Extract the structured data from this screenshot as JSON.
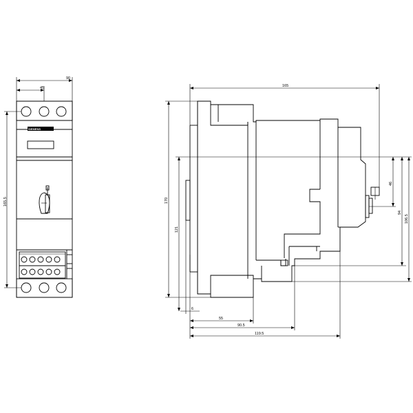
{
  "front_view": {
    "brand_label": "SIEMENS",
    "dimensions": {
      "width_total": "90",
      "width_half": "45",
      "height": "165.5"
    }
  },
  "side_view": {
    "dimensions": {
      "depth_total": "165",
      "height_total": "170",
      "height_rail": "121",
      "offset_small": "6",
      "depth_55": "55",
      "depth_90_5": "90.5",
      "depth_119_5": "119.5",
      "dim_46": "46",
      "dim_94": "94",
      "dim_106_5": "106.5"
    }
  }
}
